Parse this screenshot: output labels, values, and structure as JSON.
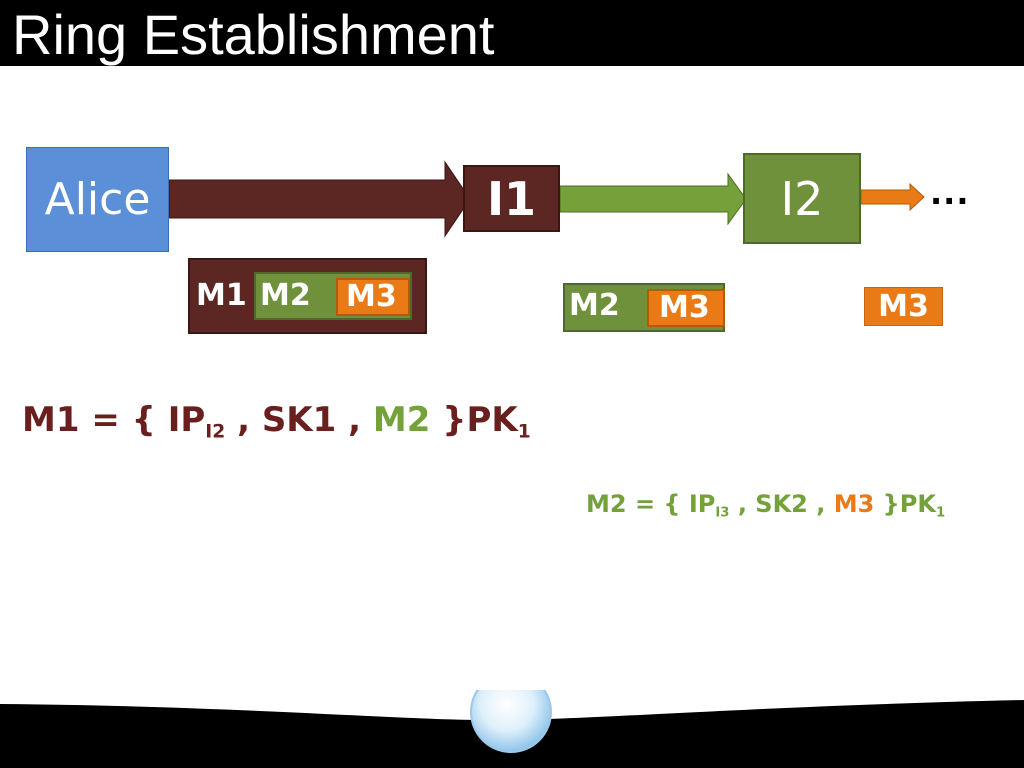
{
  "title": "Ring Establishment",
  "nodes": {
    "alice": "Alice",
    "i1": "I1",
    "i2": "I2",
    "continuation": "..."
  },
  "packets": {
    "m1": {
      "outer": "M1",
      "middle": "M2",
      "inner": "M3"
    },
    "m2": {
      "outer": "M2",
      "inner": "M3"
    },
    "m3": {
      "label": "M3"
    }
  },
  "formula1": {
    "lhs": "M1 = { IP",
    "sub1": "I2",
    "mid": " , SK1 , ",
    "payload": "M2",
    "close": " }PK",
    "sub2": "1"
  },
  "formula2": {
    "lhs": "M2 = { IP",
    "sub1": "I3",
    "mid": " , SK2 , ",
    "payload": "M3",
    "close": " }PK",
    "sub2": "1"
  },
  "colors": {
    "alice": "#5b8fd8",
    "i1": "#5c2623",
    "i2": "#70913b",
    "m3": "#ea7a16"
  }
}
